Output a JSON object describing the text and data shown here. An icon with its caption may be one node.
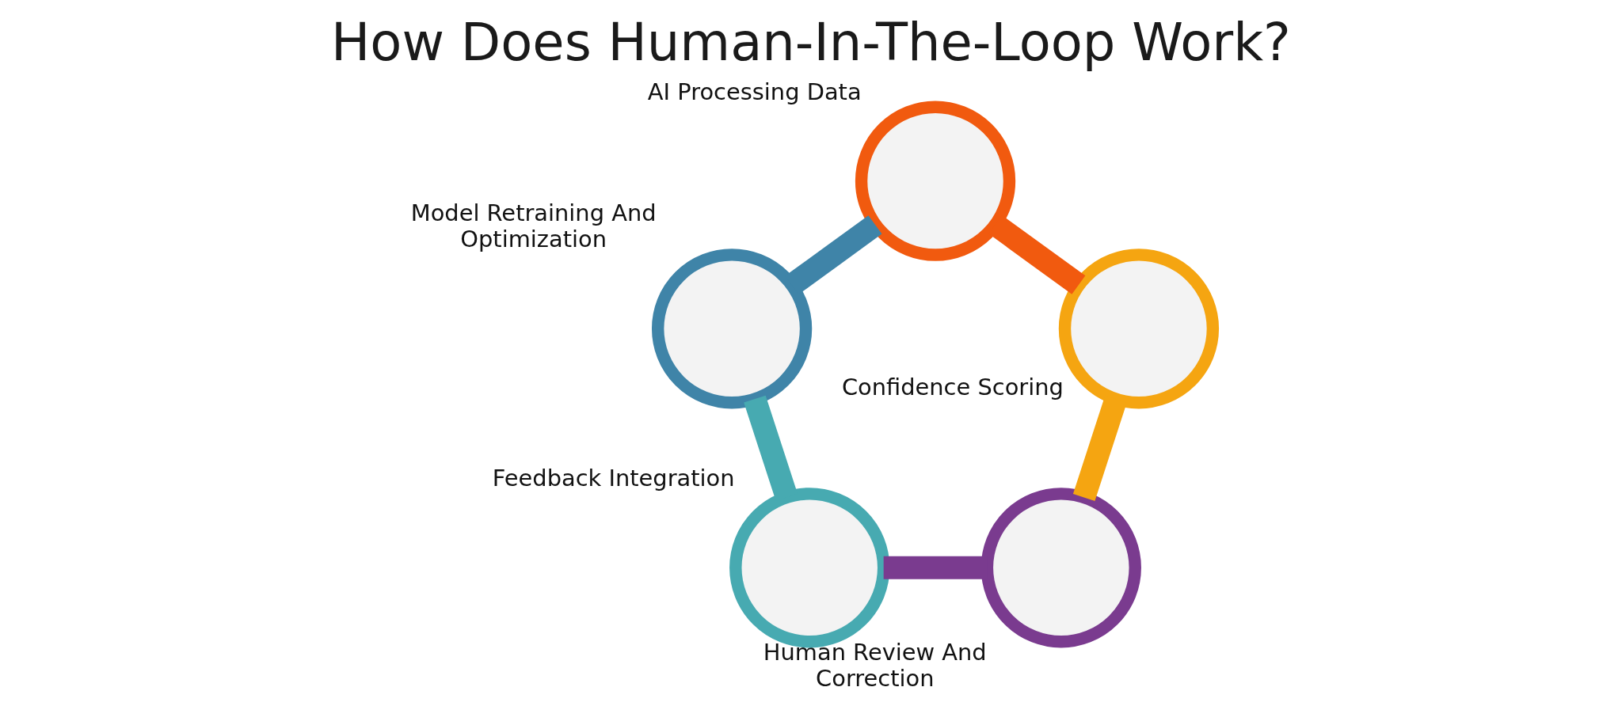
{
  "diagram": {
    "title": "How Does Human-In-The-Loop Work?",
    "nodes": [
      {
        "text": [],
        "shape": "circle",
        "beside": [
          "AI Processing Data"
        ]
      },
      {
        "text": [],
        "shape": "circle",
        "beside": [
          "Model Retraining And Optimization"
        ]
      },
      {
        "text": [],
        "shape": "circle",
        "beside": [
          "Confidence Scoring"
        ]
      },
      {
        "text": [],
        "shape": "circle",
        "beside": [
          "Feedback Integration"
        ]
      },
      {
        "text": [],
        "shape": "circle",
        "beside": [
          "Human Review And Correction"
        ]
      }
    ],
    "edges": [
      {
        "from": 0,
        "to": 2,
        "arrow": "none",
        "color": "#f15a0f"
      },
      {
        "from": 2,
        "to": 4,
        "arrow": "none",
        "color": "#f5a511"
      },
      {
        "from": 4,
        "to": 3,
        "arrow": "none",
        "color": "#7a3b8f"
      },
      {
        "from": 3,
        "to": 1,
        "arrow": "none",
        "color": "#47aab1"
      },
      {
        "from": 1,
        "to": 0,
        "arrow": "none",
        "color": "#3f84a8"
      }
    ]
  }
}
